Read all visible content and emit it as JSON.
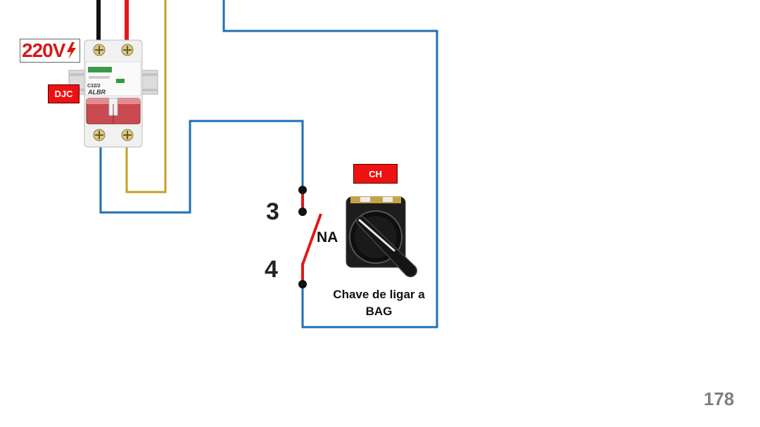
{
  "labels": {
    "voltage": "220V",
    "breaker_tag": "DJC",
    "switch_tag": "CH",
    "terminal_top": "3",
    "terminal_bottom": "4",
    "contact_type": "NA",
    "switch_caption": "Chave de ligar a BAG",
    "page_number": "178"
  },
  "breaker_print": {
    "model": "C32/2",
    "brand": "ALBR"
  },
  "icons": {
    "voltage_symbol": "lightning-bolt-icon",
    "breaker": "two-pole-circuit-breaker",
    "selector_switch": "rotary-selector-switch"
  },
  "colors": {
    "wire_phase_red": "#e0191b",
    "wire_phase_black": "#111111",
    "wire_return_blue": "#1f6fb3",
    "wire_ground_yellow": "#c8a020",
    "tag_background": "#ee1111",
    "page_number": "#7f7f7f"
  }
}
